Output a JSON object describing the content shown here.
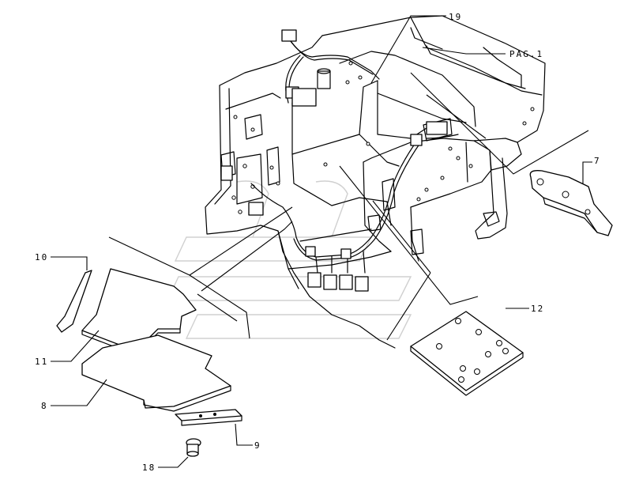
{
  "callouts": {
    "c19": "19",
    "pag": "PAG.1",
    "c7": "7",
    "c10": "10",
    "c11": "11",
    "c8": "8",
    "c12": "12",
    "c9": "9",
    "c18": "18"
  }
}
